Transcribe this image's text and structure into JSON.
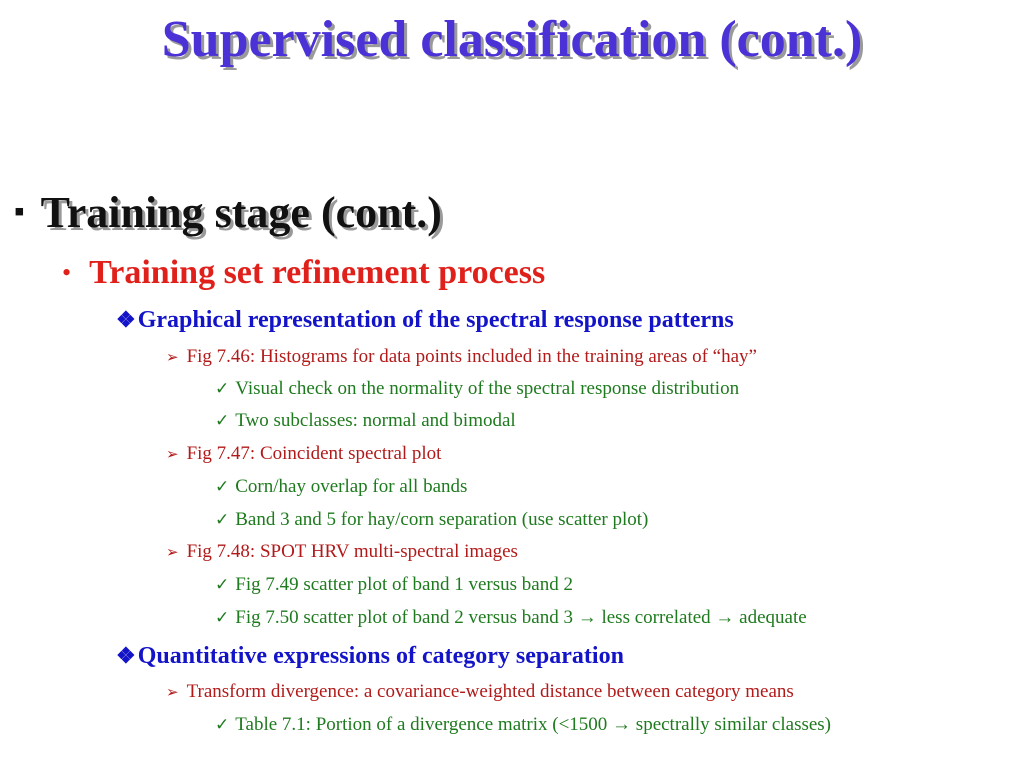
{
  "slide": {
    "title": "Supervised classification (cont.)",
    "bullet_square": "▪",
    "bullet_dot": "•",
    "bullet_diamond": "❖",
    "bullet_arrow": "➢",
    "bullet_check": "✓",
    "level1": "Training stage (cont.)",
    "level2": "Training set refinement process",
    "graphical": {
      "heading": "Graphical representation of the spectral response patterns",
      "fig746": "Fig 7.46: Histograms for data points included in the training areas of “hay”",
      "fig746_c1": "Visual check on the normality of the spectral response distribution",
      "fig746_c2": "Two subclasses: normal and bimodal",
      "fig747": "Fig 7.47: Coincident spectral plot",
      "fig747_c1": "Corn/hay overlap for all bands",
      "fig747_c2": "Band 3 and 5 for hay/corn separation (use scatter plot)",
      "fig748": "Fig 7.48: SPOT HRV multi-spectral images",
      "fig748_c1": "Fig 7.49 scatter plot of band 1 versus band 2",
      "fig748_c2": "Fig 7.50 scatter plot of band 2 versus band 3 → less correlated → adequate"
    },
    "quantitative": {
      "heading": "Quantitative expressions of category separation",
      "td": "Transform divergence: a covariance-weighted distance between category means",
      "td_c1": "Table 7.1: Portion of a divergence matrix (<1500 → spectrally similar classes)"
    }
  }
}
